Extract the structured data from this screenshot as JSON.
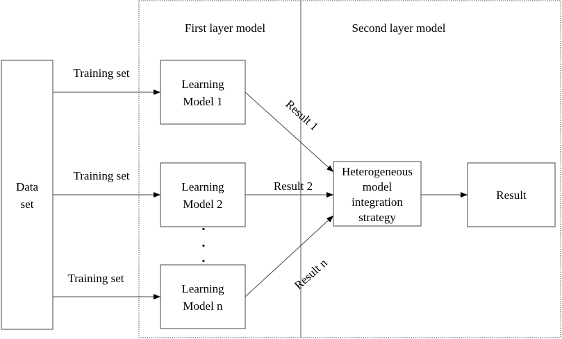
{
  "layers": {
    "first_title": "First layer model",
    "second_title": "Second layer model"
  },
  "data_set": {
    "line1": "Data",
    "line2": "set"
  },
  "training_labels": [
    "Training set",
    "Training set",
    "Training set"
  ],
  "models": [
    {
      "line1": "Learning",
      "line2": "Model 1"
    },
    {
      "line1": "Learning",
      "line2": "Model 2"
    },
    {
      "line1": "Learning",
      "line2": "Model n"
    }
  ],
  "results": [
    "Result 1",
    "Result 2",
    "Result n"
  ],
  "integration": {
    "lines": [
      "Heterogeneous",
      "model",
      "integration",
      "strategy"
    ]
  },
  "final_result": "Result",
  "ellipsis_dots": "·"
}
